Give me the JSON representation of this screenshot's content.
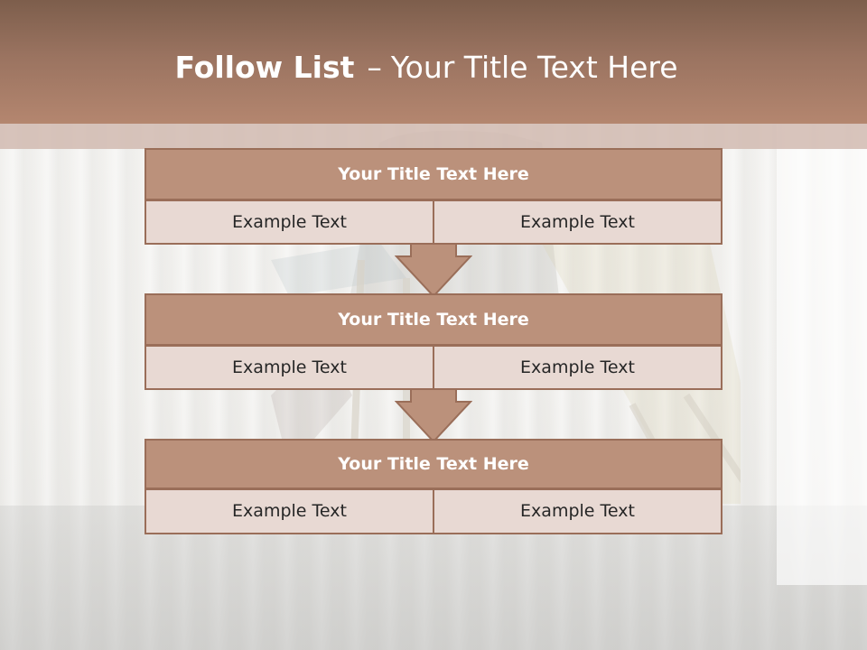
{
  "header": {
    "title_lead": "Follow List",
    "title_sep": "–",
    "title_rest": "Your Title Text Here"
  },
  "blocks": [
    {
      "title": "Your Title Text Here",
      "cells": [
        "Example Text",
        "Example Text"
      ]
    },
    {
      "title": "Your Title Text Here",
      "cells": [
        "Example Text",
        "Example Text"
      ]
    },
    {
      "title": "Your Title Text Here",
      "cells": [
        "Example Text",
        "Example Text"
      ]
    }
  ],
  "colors": {
    "header_top": "#7d5e4c",
    "header_bottom": "#b4866f",
    "block_title_fill": "#bb917b",
    "block_border": "#9a6e59",
    "cell_fill": "#e8d9d3",
    "arrow_fill": "#bb917b"
  },
  "icons": {
    "connector": "down-arrow-icon"
  }
}
